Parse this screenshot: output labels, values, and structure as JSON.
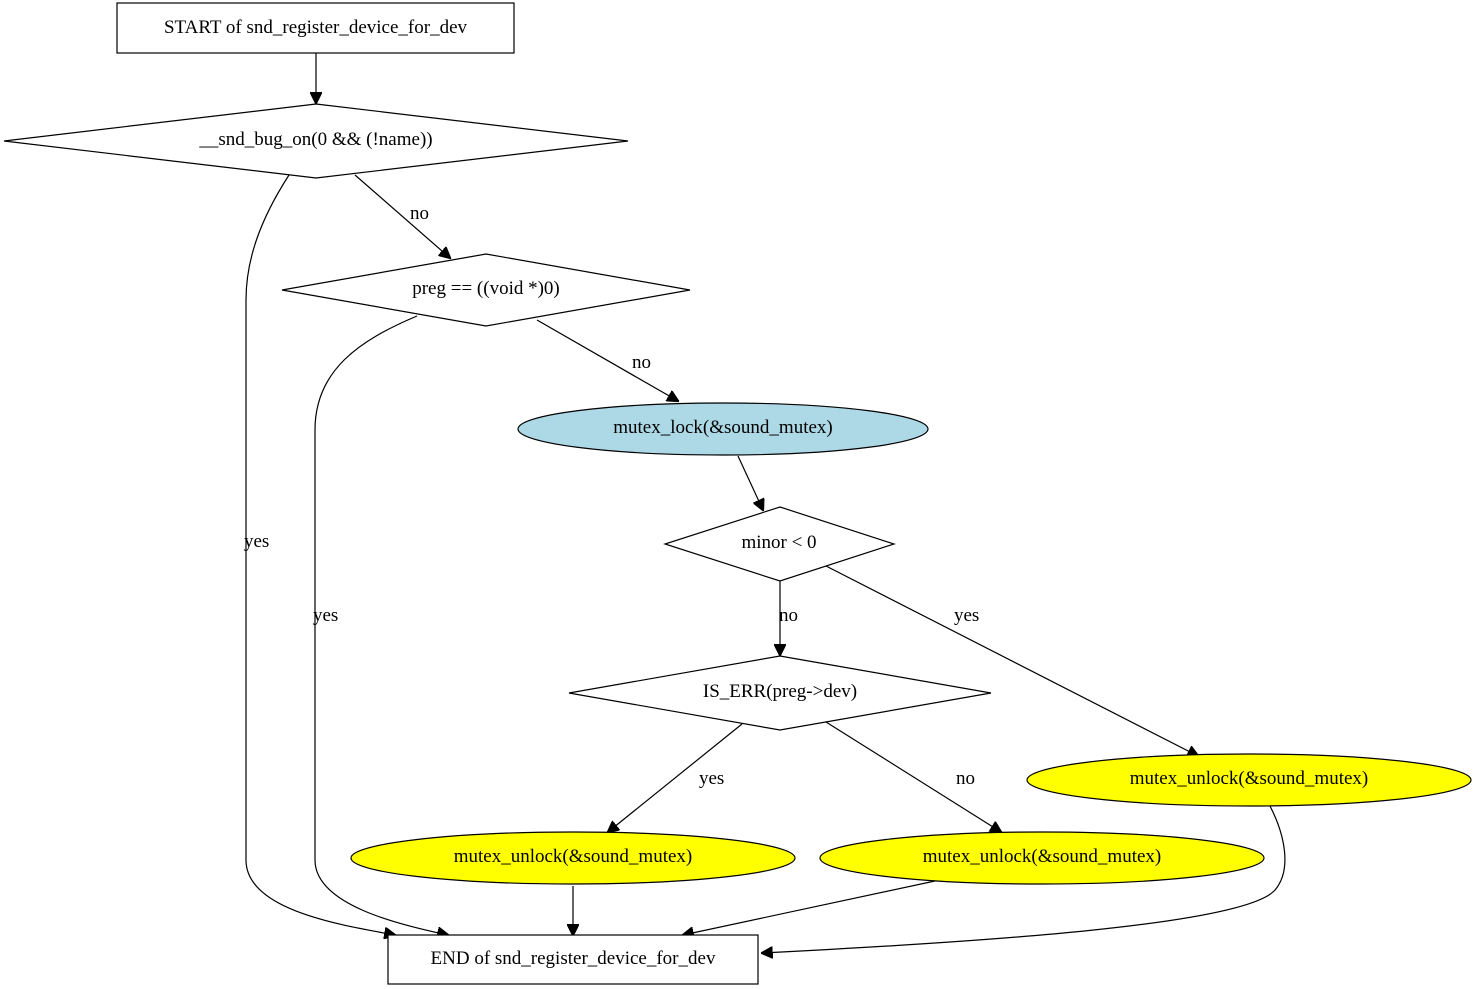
{
  "diagram": {
    "nodes": {
      "start": {
        "label": "START of snd_register_device_for_dev",
        "shape": "box"
      },
      "cond_name": {
        "label": "__snd_bug_on(0 && (!name))",
        "shape": "diamond"
      },
      "cond_preg": {
        "label": "preg == ((void *)0)",
        "shape": "diamond"
      },
      "lock": {
        "label": "mutex_lock(&sound_mutex)",
        "shape": "ellipse",
        "fill": "#add8e6"
      },
      "cond_minor": {
        "label": "minor < 0",
        "shape": "diamond"
      },
      "cond_iserr": {
        "label": "IS_ERR(preg->dev)",
        "shape": "diamond"
      },
      "unlock_right": {
        "label": "mutex_unlock(&sound_mutex)",
        "shape": "ellipse",
        "fill": "#ffff00"
      },
      "unlock_left": {
        "label": "mutex_unlock(&sound_mutex)",
        "shape": "ellipse",
        "fill": "#ffff00"
      },
      "unlock_mid": {
        "label": "mutex_unlock(&sound_mutex)",
        "shape": "ellipse",
        "fill": "#ffff00"
      },
      "end": {
        "label": "END of snd_register_device_for_dev",
        "shape": "box"
      }
    },
    "edges": {
      "name_no": {
        "from": "cond_name",
        "to": "cond_preg",
        "label": "no"
      },
      "name_yes": {
        "from": "cond_name",
        "to": "end",
        "label": "yes"
      },
      "preg_no": {
        "from": "cond_preg",
        "to": "lock",
        "label": "no"
      },
      "preg_yes": {
        "from": "cond_preg",
        "to": "end",
        "label": "yes"
      },
      "minor_no": {
        "from": "cond_minor",
        "to": "cond_iserr",
        "label": "no"
      },
      "minor_yes": {
        "from": "cond_minor",
        "to": "unlock_right",
        "label": "yes"
      },
      "iserr_yes": {
        "from": "cond_iserr",
        "to": "unlock_left",
        "label": "yes"
      },
      "iserr_no": {
        "from": "cond_iserr",
        "to": "unlock_mid",
        "label": "no"
      }
    }
  }
}
